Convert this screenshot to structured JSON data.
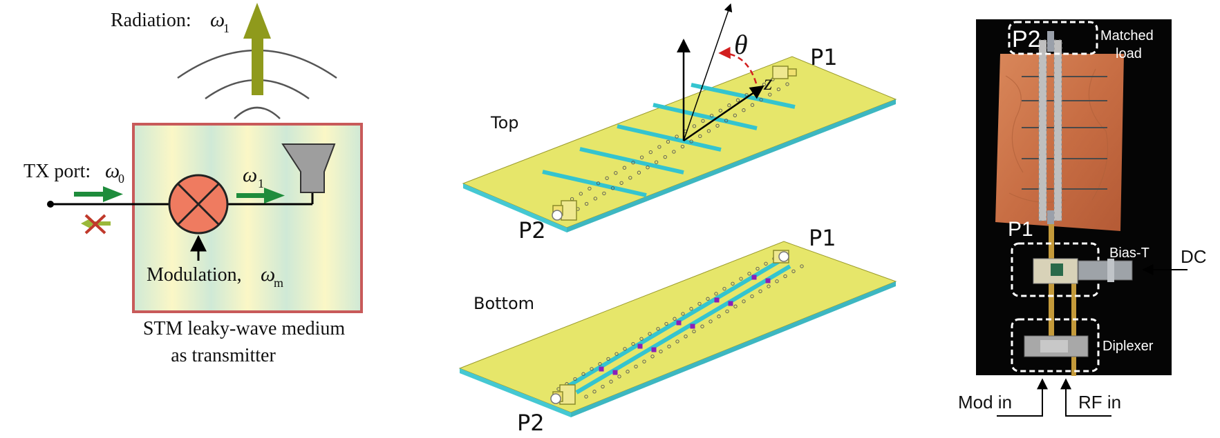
{
  "left": {
    "radiation_label": "Radiation:",
    "radiation_omega": "ω",
    "radiation_sub": "1",
    "tx_label": "TX port:",
    "tx_omega": "ω",
    "tx_sub": "0",
    "mixer_out_omega": "ω",
    "mixer_out_sub": "1",
    "modulation_label": "Modulation,",
    "modulation_omega": "ω",
    "modulation_sub": "m",
    "caption_line1": "STM  leaky-wave medium",
    "caption_line2": "as transmitter"
  },
  "middle": {
    "top_label": "Top",
    "bottom_label": "Bottom",
    "theta": "θ",
    "z": "z",
    "p1_top": "P1",
    "p2_top": "P2",
    "p1_bottom": "P1",
    "p2_bottom": "P2"
  },
  "right": {
    "p2": "P2",
    "matched_load_line1": "Matched",
    "matched_load_line2": "load",
    "p1": "P1",
    "bias_t": "Bias-T",
    "dc": "DC",
    "diplexer": "Diplexer",
    "mod_in": "Mod in",
    "rf_in": "RF in"
  },
  "colors": {
    "frame": "#c85a5a",
    "arrow_green": "#1e8c3c",
    "radiation_arrow": "#8f9a1c",
    "mixer": "#ef7b60",
    "substrate": "#e6e66a",
    "edge": "#45c8d2",
    "cross_red": "#c0392b"
  }
}
